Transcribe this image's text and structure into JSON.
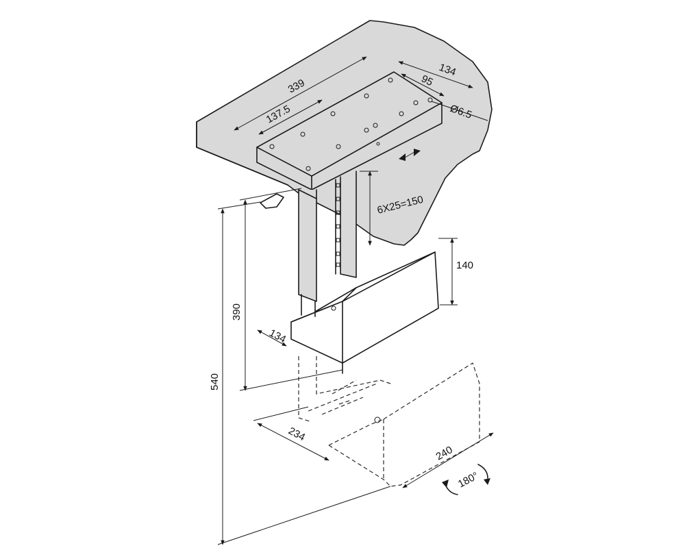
{
  "dimensions": {
    "top_length": "339",
    "half_length": "137.5",
    "plate_width": "134",
    "hole_spacing": "95",
    "hole_diameter": "Ø6.5",
    "adjust_steps": "6X25=150",
    "holder_height": "140",
    "min_height": "390",
    "max_height": "540",
    "holder_depth": "134",
    "min_width": "234",
    "max_width": "240",
    "rotation": "180°"
  },
  "colors": {
    "line": "#1a1a1a",
    "desk_fill": "#d9d9d9",
    "metal_fill": "#c6c6c6"
  },
  "icons": [
    "double-arrow-icon",
    "rotate-left-arrow-icon",
    "rotate-right-arrow-icon",
    "knob-icon"
  ]
}
